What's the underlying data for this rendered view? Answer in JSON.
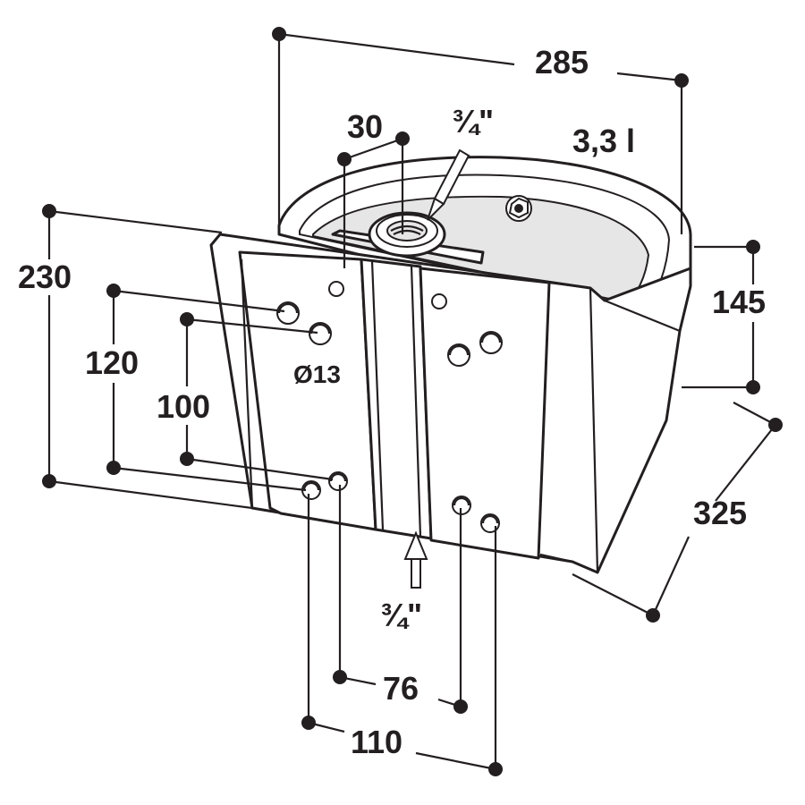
{
  "labels": {
    "width_285": "285",
    "height_230": "230",
    "height_145": "145",
    "depth_325": "325",
    "spacing_120": "120",
    "spacing_100": "100",
    "spacing_30": "30",
    "spacing_76": "76",
    "spacing_110": "110",
    "hole_diameter": "Ø13",
    "volume": "3,3 l",
    "thread_top": "¾\"",
    "thread_bottom": "¾\""
  },
  "colors": {
    "ink": "#231f20",
    "background": "#ffffff"
  }
}
